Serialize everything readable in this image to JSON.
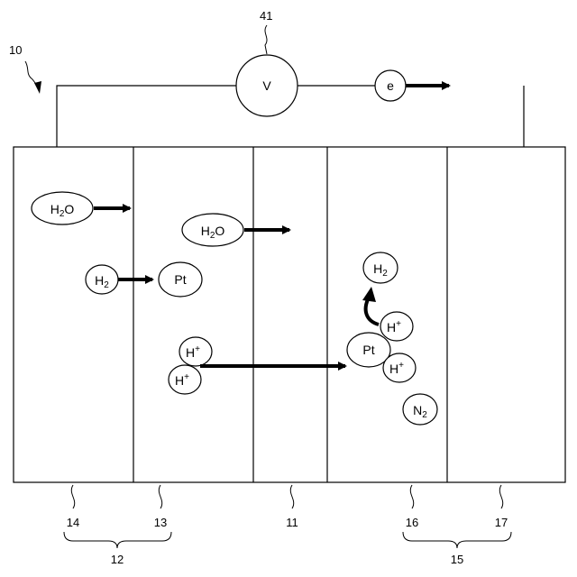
{
  "reference_numerals": {
    "device": "10",
    "voltmeter": "41",
    "layer_14": "14",
    "layer_13": "13",
    "layer_11": "11",
    "layer_16": "16",
    "layer_17": "17",
    "group_12": "12",
    "group_15": "15"
  },
  "circuit": {
    "voltmeter_symbol": "V",
    "electron_symbol": "e"
  },
  "species": {
    "water_left": {
      "base": "H",
      "sub": "2",
      "tail": "O"
    },
    "water_mid": {
      "base": "H",
      "sub": "2",
      "tail": "O"
    },
    "hydrogen_left": {
      "base": "H",
      "sub": "2"
    },
    "platinum_left": "Pt",
    "proton_a": {
      "base": "H",
      "sup": "+"
    },
    "proton_b": {
      "base": "H",
      "sup": "+"
    },
    "hydrogen_right": {
      "base": "H",
      "sub": "2"
    },
    "platinum_right": "Pt",
    "proton_c": {
      "base": "H",
      "sup": "+"
    },
    "proton_d": {
      "base": "H",
      "sup": "+"
    },
    "nitrogen": {
      "base": "N",
      "sub": "2"
    }
  }
}
